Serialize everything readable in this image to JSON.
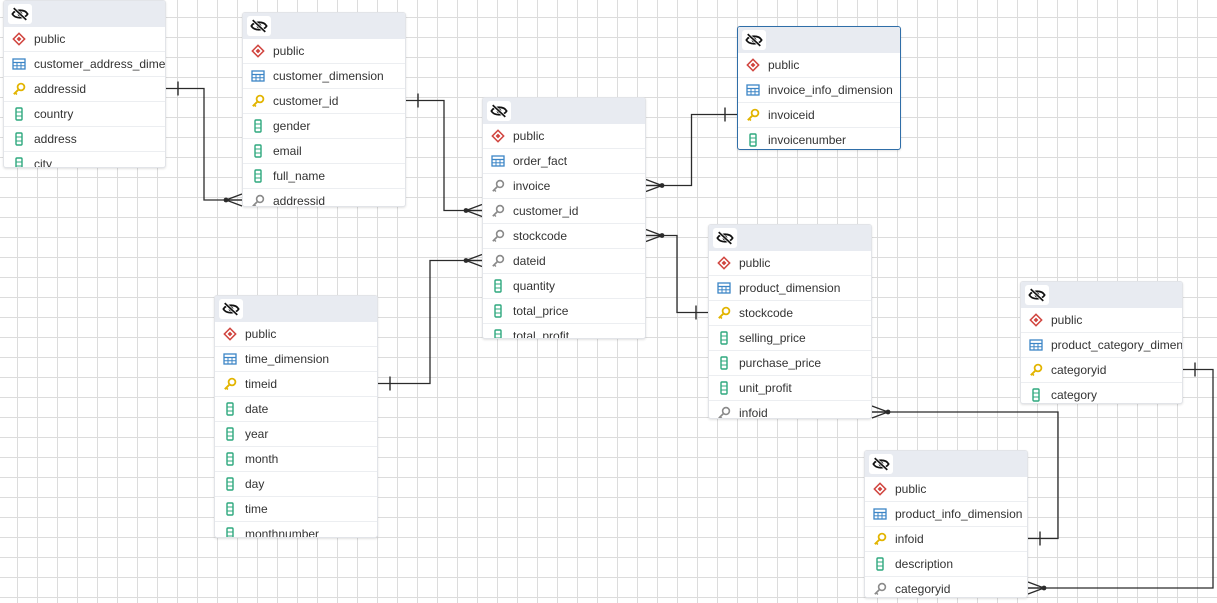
{
  "tables": [
    {
      "id": "t_custaddr",
      "schema": "public",
      "name": "customer_address_dimension",
      "columns": [
        {
          "name": "addressid",
          "key": "pk"
        },
        {
          "name": "country",
          "key": "none"
        },
        {
          "name": "address",
          "key": "none"
        },
        {
          "name": "city",
          "key": "none"
        }
      ]
    },
    {
      "id": "t_cust",
      "schema": "public",
      "name": "customer_dimension",
      "columns": [
        {
          "name": "customer_id",
          "key": "pk"
        },
        {
          "name": "gender",
          "key": "none"
        },
        {
          "name": "email",
          "key": "none"
        },
        {
          "name": "full_name",
          "key": "none"
        },
        {
          "name": "addressid",
          "key": "fk"
        }
      ]
    },
    {
      "id": "t_fact",
      "schema": "public",
      "name": "order_fact",
      "columns": [
        {
          "name": "invoice",
          "key": "fk"
        },
        {
          "name": "customer_id",
          "key": "fk"
        },
        {
          "name": "stockcode",
          "key": "fk"
        },
        {
          "name": "dateid",
          "key": "fk"
        },
        {
          "name": "quantity",
          "key": "none"
        },
        {
          "name": "total_price",
          "key": "none"
        },
        {
          "name": "total_profit",
          "key": "none"
        }
      ]
    },
    {
      "id": "t_invoice",
      "schema": "public",
      "name": "invoice_info_dimension",
      "columns": [
        {
          "name": "invoiceid",
          "key": "pk"
        },
        {
          "name": "invoicenumber",
          "key": "none"
        }
      ]
    },
    {
      "id": "t_time",
      "schema": "public",
      "name": "time_dimension",
      "columns": [
        {
          "name": "timeid",
          "key": "pk"
        },
        {
          "name": "date",
          "key": "none"
        },
        {
          "name": "year",
          "key": "none"
        },
        {
          "name": "month",
          "key": "none"
        },
        {
          "name": "day",
          "key": "none"
        },
        {
          "name": "time",
          "key": "none"
        },
        {
          "name": "monthnumber",
          "key": "none"
        }
      ]
    },
    {
      "id": "t_product",
      "schema": "public",
      "name": "product_dimension",
      "columns": [
        {
          "name": "stockcode",
          "key": "pk"
        },
        {
          "name": "selling_price",
          "key": "none"
        },
        {
          "name": "purchase_price",
          "key": "none"
        },
        {
          "name": "unit_profit",
          "key": "none"
        },
        {
          "name": "infoid",
          "key": "fk"
        }
      ]
    },
    {
      "id": "t_prodcat",
      "schema": "public",
      "name": "product_category_dimension",
      "columns": [
        {
          "name": "categoryid",
          "key": "pk"
        },
        {
          "name": "category",
          "key": "none"
        }
      ]
    },
    {
      "id": "t_prodinfo",
      "schema": "public",
      "name": "product_info_dimension",
      "columns": [
        {
          "name": "infoid",
          "key": "pk"
        },
        {
          "name": "description",
          "key": "none"
        },
        {
          "name": "categoryid",
          "key": "fk"
        }
      ]
    }
  ],
  "relations": [
    {
      "from_table": "t_cust",
      "from_column": "addressid",
      "to_table": "t_custaddr",
      "to_column": "addressid"
    },
    {
      "from_table": "t_fact",
      "from_column": "customer_id",
      "to_table": "t_cust",
      "to_column": "customer_id"
    },
    {
      "from_table": "t_fact",
      "from_column": "invoice",
      "to_table": "t_invoice",
      "to_column": "invoiceid"
    },
    {
      "from_table": "t_fact",
      "from_column": "dateid",
      "to_table": "t_time",
      "to_column": "timeid"
    },
    {
      "from_table": "t_fact",
      "from_column": "stockcode",
      "to_table": "t_product",
      "to_column": "stockcode"
    },
    {
      "from_table": "t_product",
      "from_column": "infoid",
      "to_table": "t_prodinfo",
      "to_column": "infoid"
    },
    {
      "from_table": "t_prodinfo",
      "from_column": "categoryid",
      "to_table": "t_prodcat",
      "to_column": "categoryid"
    }
  ],
  "colors": {
    "header": "#e8ebf1",
    "pk_key": "#e2b400",
    "fk_key": "#8a8a8a",
    "schema_icon": "#d0443e",
    "table_icon": "#3c85c6",
    "column_icon": "#2ea87e",
    "link": "#2b2b2b",
    "selected_border": "#2f6ea8"
  },
  "icons": {
    "hide": "eye-slash-icon",
    "schema": "schema-diamond-icon",
    "table": "table-icon",
    "pk": "primary-key-icon",
    "fk": "foreign-key-icon",
    "column": "column-icon"
  }
}
